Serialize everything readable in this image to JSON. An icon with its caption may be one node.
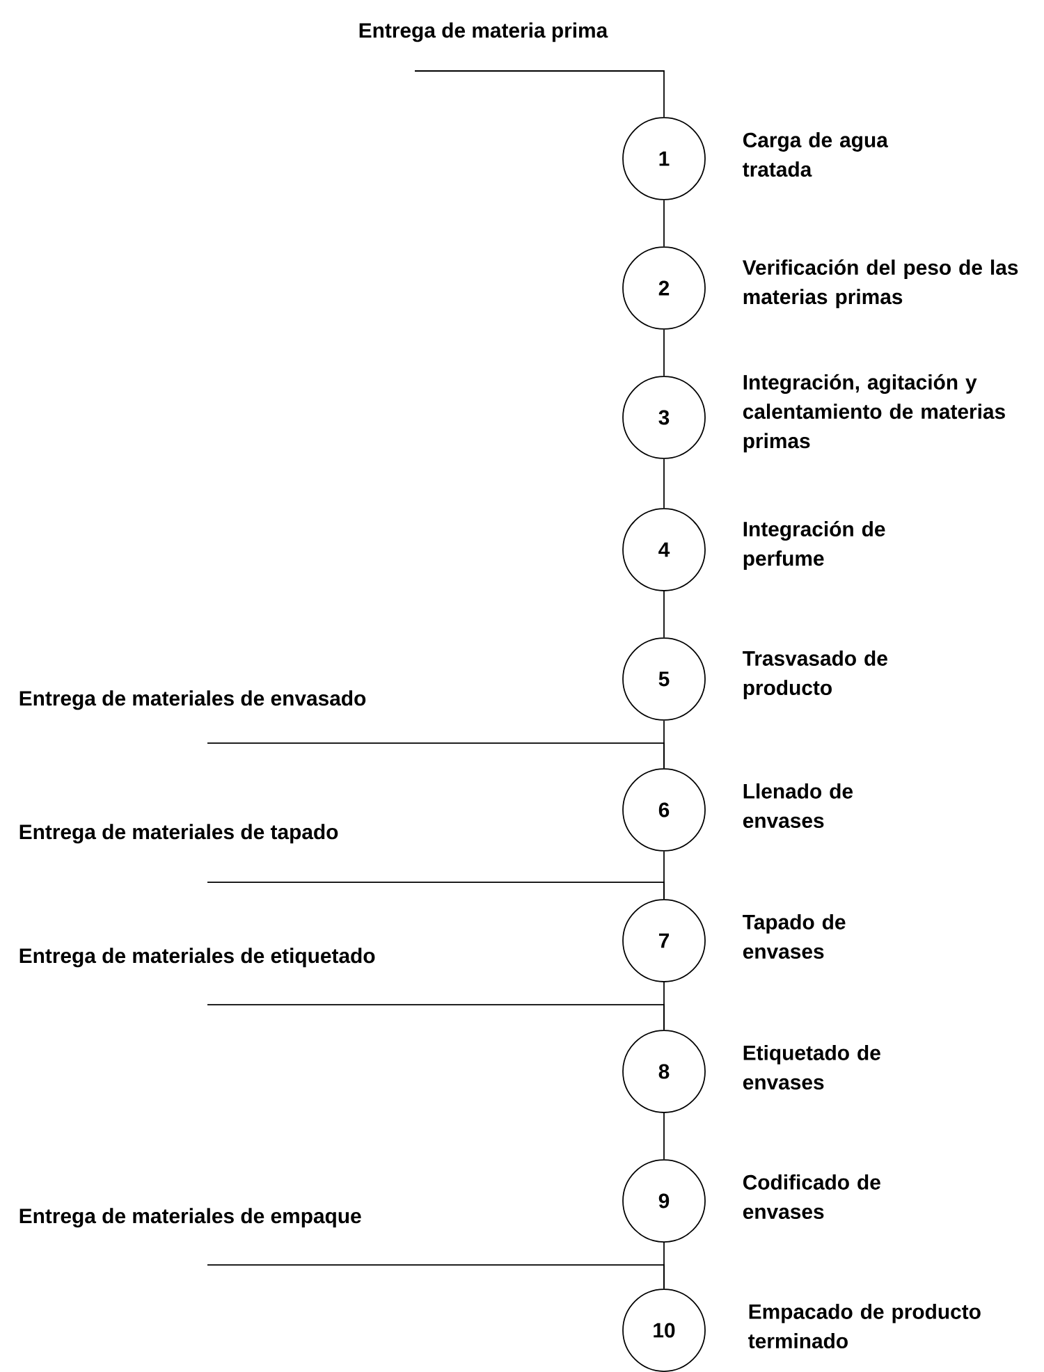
{
  "diagram": {
    "nodes": [
      {
        "text": [
          "Entrega de materia prima"
        ]
      },
      {
        "text": [
          "1"
        ],
        "beside": [
          "Carga de agua tratada"
        ]
      },
      {
        "text": [
          "2"
        ],
        "beside": [
          "Verificación del peso de las materias primas"
        ]
      },
      {
        "text": [
          "3"
        ],
        "beside": [
          "Integración, agitación y calentamiento de materias primas"
        ]
      },
      {
        "text": [
          "4"
        ],
        "beside": [
          "Integración de perfume"
        ]
      },
      {
        "text": [
          "5"
        ],
        "beside": [
          "Trasvasado de producto"
        ]
      },
      {
        "text": [
          "Entrega de materiales de envasado"
        ]
      },
      {
        "text": [
          "6"
        ],
        "beside": [
          "Llenado de envases"
        ]
      },
      {
        "text": [
          "Entrega de materiales de tapado"
        ]
      },
      {
        "text": [
          "7"
        ],
        "beside": [
          "Tapado de envases"
        ]
      },
      {
        "text": [
          "Entrega de materiales de etiquetado"
        ]
      },
      {
        "text": [
          "8"
        ],
        "beside": [
          "Etiquetado de envases"
        ]
      },
      {
        "text": [
          "9"
        ],
        "beside": [
          "Codificado de envases"
        ]
      },
      {
        "text": [
          "Entrega de materiales de empaque"
        ]
      },
      {
        "text": [
          "10"
        ],
        "beside": [
          "Empacado de producto terminado"
        ]
      }
    ],
    "edges": [
      {
        "from": 0,
        "to": 1,
        "arrow": "none"
      },
      {
        "from": 1,
        "to": 2,
        "arrow": "none"
      },
      {
        "from": 2,
        "to": 3,
        "arrow": "none"
      },
      {
        "from": 3,
        "to": 4,
        "arrow": "none"
      },
      {
        "from": 4,
        "to": 5,
        "arrow": "none"
      },
      {
        "from": 5,
        "to": 7,
        "arrow": "none"
      },
      {
        "from": 6,
        "to": 7,
        "arrow": "none"
      },
      {
        "from": 7,
        "to": 9,
        "arrow": "none"
      },
      {
        "from": 8,
        "to": 9,
        "arrow": "none"
      },
      {
        "from": 9,
        "to": 11,
        "arrow": "none"
      },
      {
        "from": 10,
        "to": 11,
        "arrow": "none"
      },
      {
        "from": 11,
        "to": 12,
        "arrow": "none"
      },
      {
        "from": 12,
        "to": 14,
        "arrow": "none"
      },
      {
        "from": 13,
        "to": 14,
        "arrow": "none"
      }
    ]
  }
}
